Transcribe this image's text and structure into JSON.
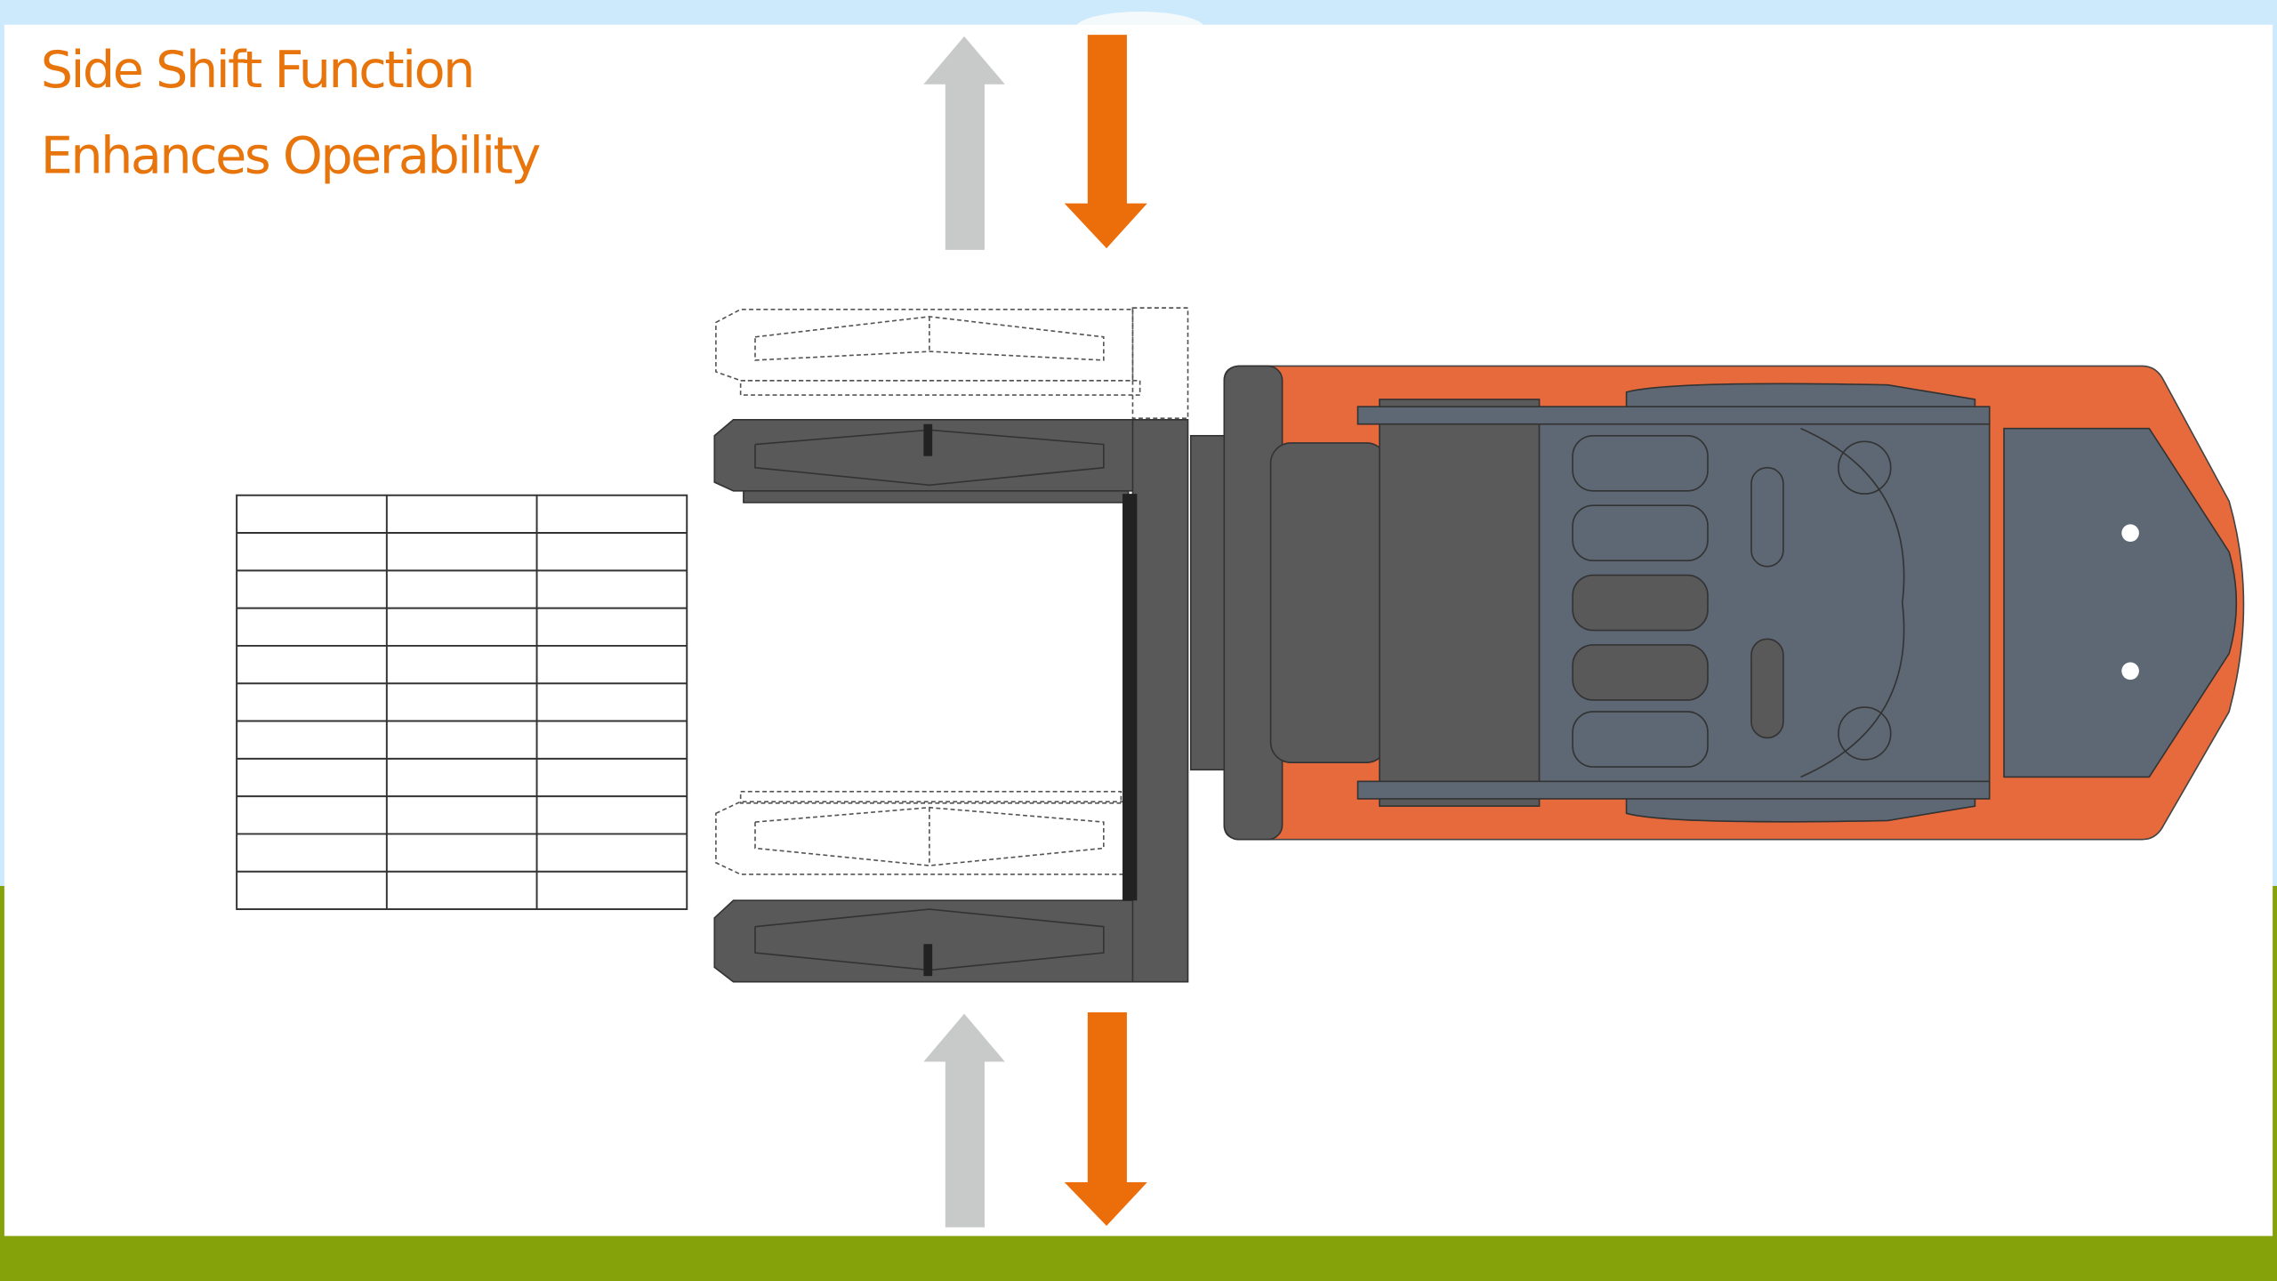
{
  "title": {
    "line1": "Side Shift Function",
    "line2": "Enhances Operability"
  },
  "colors": {
    "accent": "#e8740c",
    "body_orange": "#e66a3c",
    "machine_gray": "#5a5a5a",
    "cab_blue_gray": "#5d6874",
    "arrow_gray": "#c8c9c9",
    "sky": "#cdeafc",
    "grass": "#86a20a"
  },
  "icons": [
    "arrow-up-icon",
    "arrow-down-icon"
  ],
  "pallet": {
    "rows": 11,
    "columns": 3
  }
}
